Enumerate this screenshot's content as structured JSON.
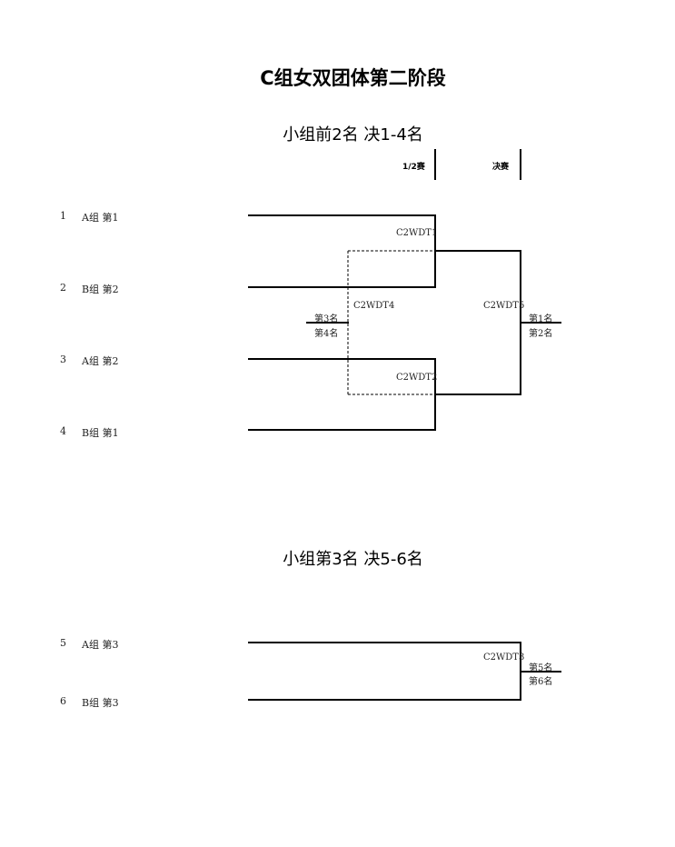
{
  "title": "C组女双团体第二阶段",
  "section1": {
    "subtitle": "小组前2名 决1-4名",
    "round_labels": [
      "1/2赛",
      "决赛"
    ],
    "entries": [
      {
        "seed": "1",
        "label": "A组 第1"
      },
      {
        "seed": "2",
        "label": "B组 第2"
      },
      {
        "seed": "3",
        "label": "A组 第2"
      },
      {
        "seed": "4",
        "label": "B组 第1"
      }
    ],
    "matches": {
      "semi1": "C2WDT1",
      "semi2": "C2WDT2",
      "bronze": "C2WDT4",
      "final": "C2WDT5"
    },
    "places": {
      "final_winner": "第1名",
      "final_loser": "第2名",
      "bronze_winner": "第3名",
      "bronze_loser": "第4名"
    }
  },
  "section2": {
    "subtitle": "小组第3名 决5-6名",
    "entries": [
      {
        "seed": "5",
        "label": "A组 第3"
      },
      {
        "seed": "6",
        "label": "B组 第3"
      }
    ],
    "matches": {
      "m1": "C2WDT3"
    },
    "places": {
      "winner": "第5名",
      "loser": "第6名"
    }
  }
}
